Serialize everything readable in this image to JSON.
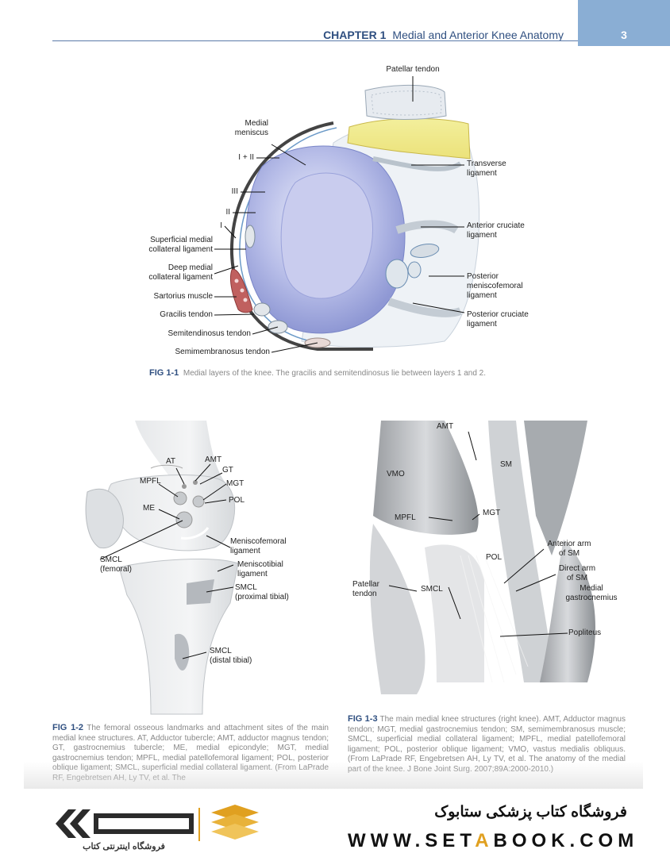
{
  "header": {
    "chapter_label": "CHAPTER 1",
    "chapter_title": "Medial and Anterior Knee Anatomy",
    "page_number": "3"
  },
  "fig1": {
    "labels": {
      "patellar_tendon": "Patellar tendon",
      "medial_meniscus_1": "Medial",
      "medial_meniscus_2": "meniscus",
      "layer_i_ii": "I + II",
      "layer_iii": "III",
      "layer_ii": "II",
      "layer_i": "I",
      "smcl_1": "Superficial medial",
      "smcl_2": "collateral ligament",
      "dmcl_1": "Deep medial",
      "dmcl_2": "collateral ligament",
      "sartorius": "Sartorius muscle",
      "gracilis": "Gracilis tendon",
      "semitendinosus": "Semitendinosus tendon",
      "semimembranosus": "Semimembranosus tendon",
      "transverse_1": "Transverse",
      "transverse_2": "ligament",
      "acl_1": "Anterior cruciate",
      "acl_2": "ligament",
      "pmfl_1": "Posterior",
      "pmfl_2": "meniscofemoral",
      "pmfl_3": "ligament",
      "pcl_1": "Posterior cruciate",
      "pcl_2": "ligament"
    },
    "caption_label": "FIG 1-1",
    "caption_text": "Medial layers of the knee. The gracilis and semitendinosus lie between layers 1 and 2."
  },
  "fig2": {
    "labels": {
      "at": "AT",
      "amt": "AMT",
      "gt": "GT",
      "mpfl": "MPFL",
      "mgt": "MGT",
      "me": "ME",
      "pol": "POL",
      "mfl_1": "Meniscofemoral",
      "mfl_2": "ligament",
      "smcl_f_1": "SMCL",
      "smcl_f_2": "(femoral)",
      "mtl_1": "Meniscotibial",
      "mtl_2": "ligament",
      "smcl_p_1": "SMCL",
      "smcl_p_2": "(proximal tibial)",
      "smcl_d_1": "SMCL",
      "smcl_d_2": "(distal tibial)"
    },
    "caption_label": "FIG 1-2",
    "caption_text": "The femoral osseous landmarks and attachment sites of the main medial knee structures. AT, Adductor tubercle; AMT, adductor magnus tendon; GT, gastrocnemius tubercle; ME, medial epicondyle; MGT, medial gastrocnemius tendon; MPFL, medial patellofemoral ligament; POL, posterior oblique ligament; SMCL, superficial medial collateral ligament. (From LaPrade RF, Engebretsen AH, Ly TV, et al. The"
  },
  "fig3": {
    "labels": {
      "amt": "AMT",
      "vmo": "VMO",
      "sm": "SM",
      "mpfl": "MPFL",
      "mgt": "MGT",
      "ant_arm_1": "Anterior arm",
      "ant_arm_2": "of SM",
      "pol": "POL",
      "dir_arm_1": "Direct arm",
      "dir_arm_2": "of SM",
      "pat_1": "Patellar",
      "pat_2": "tendon",
      "smcl": "SMCL",
      "mg_1": "Medial",
      "mg_2": "gastrocnemius",
      "popliteus": "Popliteus"
    },
    "caption_label": "FIG 1-3",
    "caption_text": "The main medial knee structures (right knee). AMT, Adductor magnus tendon; MGT, medial gastrocnemius tendon; SM, semimembranosus muscle; SMCL, superficial medial collateral ligament; MPFL, medial patellofemoral ligament; POL, posterior oblique ligament; VMO, vastus medialis obliquus. (From LaPrade RF, Engebretsen AH, Ly TV, et al. The anatomy of the medial part of the knee. J Bone Joint Surg. 2007;89A:2000-2010.)"
  },
  "footer": {
    "store_name": "فروشگاه کتاب پزشکی ستابوک",
    "url_part1": "WWW.SET",
    "url_o": "A",
    "url_part2": "BOOK.COM",
    "logo_text": "فروشگاه اینترنتی کتاب"
  }
}
